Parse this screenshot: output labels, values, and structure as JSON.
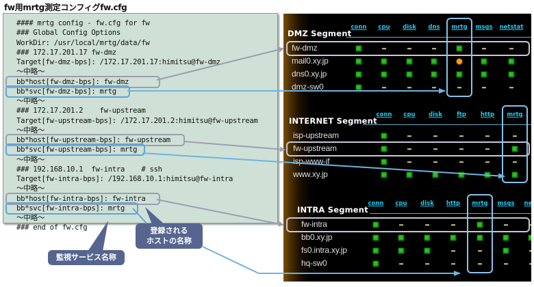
{
  "title": "fw用mrtg測定コンフィグfw.cfg",
  "config": {
    "lines": [
      "#### mrtg config - fw.cfg for fw",
      "### Global Config Options",
      "WorkDir: /usr/local/mrtg/data/fw",
      "### 172.17.201.17 fw-dmz",
      "Target[fw-dmz-bps]: /172.17.201.17:himitsu@fw-dmz",
      "～中略～",
      "bb*host[fw-dmz-bps]: fw-dmz",
      "bb*svc[fw-dmz-bps]: mrtg",
      "～中略～",
      "### 172.17.201.2    fw-upstream",
      "Target[fw-upstream-bps]: /172.17.201.2:himitsu@fw-upstream",
      "～中略～",
      "bb*host[fw-upstream-bps]: fw-upstream",
      "bb*svc[fw-upstream-bps]: mrtg",
      "～中略～",
      "### 192.168.10.1  fw-intra    # ssh",
      "Target[fw-intra-bps]: /192.168.10.1:himitsu@fw-intra",
      "～中略～",
      "bb*host[fw-intra-bps]: fw-intra",
      "bb*svc[fw-intra-bps]: mrtg",
      "～中略～",
      "### end of fw.cfg"
    ]
  },
  "callouts": {
    "host_name": "登録される\nホストの名称",
    "service_name": "監視サービス名称"
  },
  "segments": [
    {
      "title": "DMZ Segment",
      "columns": [
        "conn",
        "cpu",
        "disk",
        "dns",
        "mrtg",
        "msgs",
        "netstat"
      ],
      "highlight_column": "mrtg",
      "highlight_row": "fw-dmz",
      "rows": [
        {
          "host": "fw-dmz",
          "status": [
            "green",
            "none",
            "none",
            "none",
            "green",
            "none",
            "none"
          ]
        },
        {
          "host": "mail0.xy.jp",
          "status": [
            "green",
            "green",
            "green",
            "green",
            "orange",
            "green",
            "green"
          ]
        },
        {
          "host": "dns0.xy.jp",
          "status": [
            "green",
            "green",
            "green",
            "green",
            "green",
            "green",
            "green"
          ]
        },
        {
          "host": "dmz-sw0",
          "status": [
            "green",
            "none",
            "none",
            "none",
            "none",
            "none",
            "none"
          ]
        }
      ]
    },
    {
      "title": "INTERNET Segment",
      "columns": [
        "conn",
        "cpu",
        "disk",
        "ftp",
        "http",
        "mrtg"
      ],
      "highlight_column": "mrtg",
      "highlight_row": "fw-upstream",
      "rows": [
        {
          "host": "isp-upstream",
          "status": [
            "green",
            "none",
            "none",
            "none",
            "none",
            "none"
          ]
        },
        {
          "host": "fw-upstream",
          "status": [
            "green",
            "none",
            "none",
            "none",
            "none",
            "green"
          ]
        },
        {
          "host": "isp-www-if",
          "status": [
            "green",
            "none",
            "none",
            "none",
            "none",
            "none"
          ]
        },
        {
          "host": "www.xy.jp",
          "status": [
            "green",
            "green",
            "green",
            "green",
            "green",
            "green"
          ]
        }
      ]
    },
    {
      "title": "INTRA Segment",
      "columns": [
        "conn",
        "cpu",
        "disk",
        "http",
        "mrtg",
        "msgs",
        "nets"
      ],
      "highlight_column": "mrtg",
      "highlight_row": "fw-intra",
      "rows": [
        {
          "host": "fw-intra",
          "status": [
            "green",
            "none",
            "none",
            "none",
            "green",
            "none",
            "none"
          ]
        },
        {
          "host": "bb0.xy.jp",
          "status": [
            "green",
            "green",
            "green",
            "green",
            "green",
            "green",
            "green"
          ]
        },
        {
          "host": "fs0.intra.xy.jp",
          "status": [
            "green",
            "green",
            "green",
            "none",
            "none",
            "green",
            "none"
          ]
        },
        {
          "host": "hq-sw0",
          "status": [
            "green",
            "none",
            "none",
            "none",
            "none",
            "none",
            "none"
          ]
        }
      ]
    }
  ],
  "colors": {
    "config_bg": "#cfe0d6",
    "host_link": "#9a9fb2",
    "svc_link": "#5ba7d8",
    "status_ok": "#27c01e",
    "status_warn": "#ff9a10",
    "column_header": "#22c8ee",
    "callout_bg": "#55658f"
  }
}
